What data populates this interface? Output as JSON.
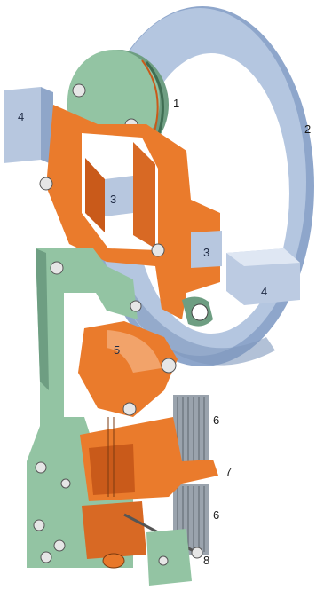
{
  "labels": {
    "l1": "1",
    "l2": "2",
    "l3a": "3",
    "l3b": "3",
    "l4a": "4",
    "l4b": "4",
    "l5": "5",
    "l6a": "6",
    "l6b": "6",
    "l7": "7",
    "l8": "8"
  },
  "colors": {
    "ring": "#a9bdd9",
    "ring_shadow": "#7f97bd",
    "orange": "#e8782a",
    "orange_dark": "#b9541a",
    "green": "#8fbf9c",
    "green_dark": "#5f9172",
    "block": "#c7d3e6",
    "metal": "#9aa3ad"
  }
}
